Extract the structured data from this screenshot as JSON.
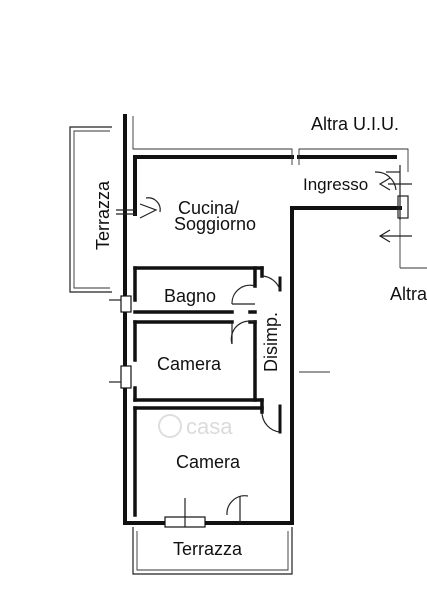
{
  "plan": {
    "labels": {
      "altra_uiu_top": "Altra U.I.U.",
      "altra_right": "Altra",
      "ingresso": "Ingresso",
      "terrazza_left": "Terrazza",
      "cucina_line1": "Cucina/",
      "cucina_line2": "Soggiorno",
      "bagno": "Bagno",
      "disimp": "Disimp.",
      "camera_1": "Camera",
      "camera_2": "Camera",
      "terrazza_bottom": "Terrazza"
    },
    "watermark": "casa"
  }
}
